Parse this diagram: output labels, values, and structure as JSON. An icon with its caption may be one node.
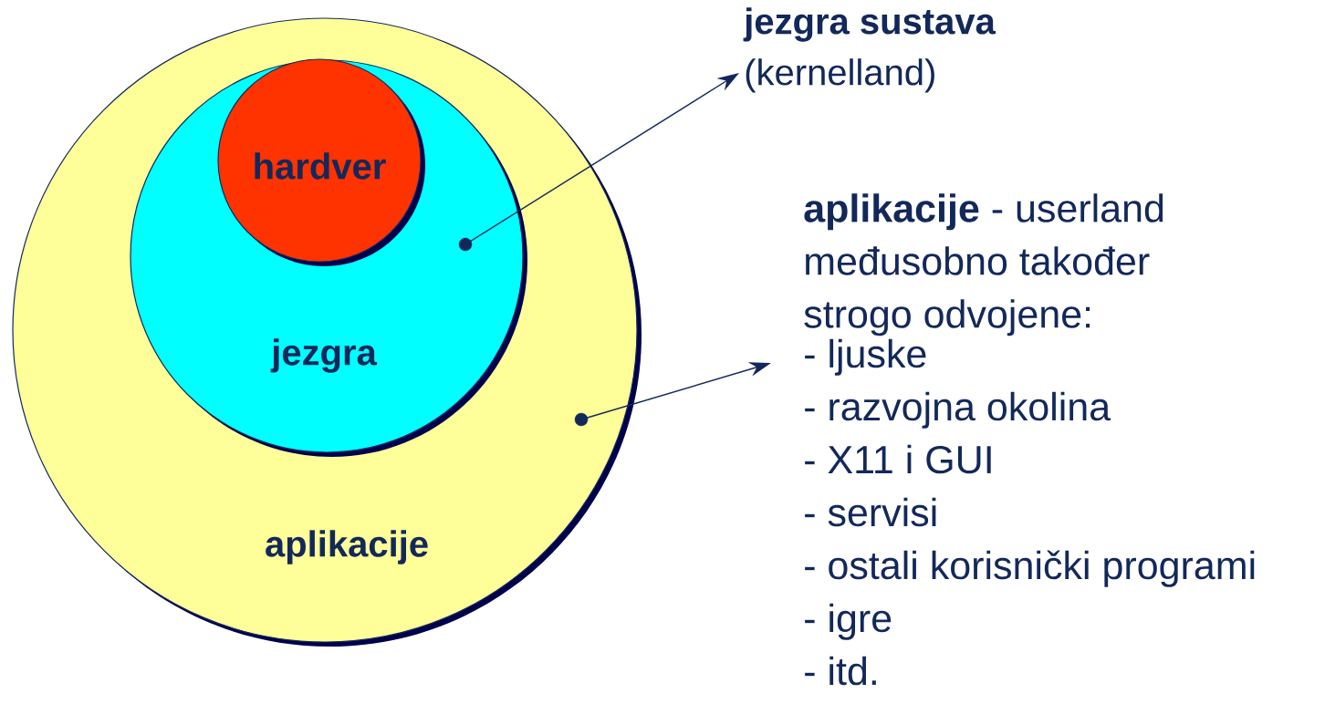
{
  "diagram": {
    "nodes": [
      {
        "text": [
          "aplikacije"
        ]
      },
      {
        "text": [
          "jezgra"
        ],
        "in": 0
      },
      {
        "text": [
          "hardver"
        ],
        "in": 1
      },
      {
        "text": [
          "jezgra sustava",
          "(kernelland)"
        ]
      },
      {
        "text": [
          "**aplikacije** - userland međusobno također strogo odvojene:",
          "- ljuske",
          "- razvojna okolina",
          "- X11 i GUI",
          "- servisi",
          "- ostali korisnički programi",
          "- igre",
          "- itd."
        ]
      }
    ],
    "edges": [
      {
        "from": 1,
        "to": 3,
        "arrow": "to"
      },
      {
        "from": 0,
        "to": 4,
        "arrow": "to"
      }
    ]
  }
}
